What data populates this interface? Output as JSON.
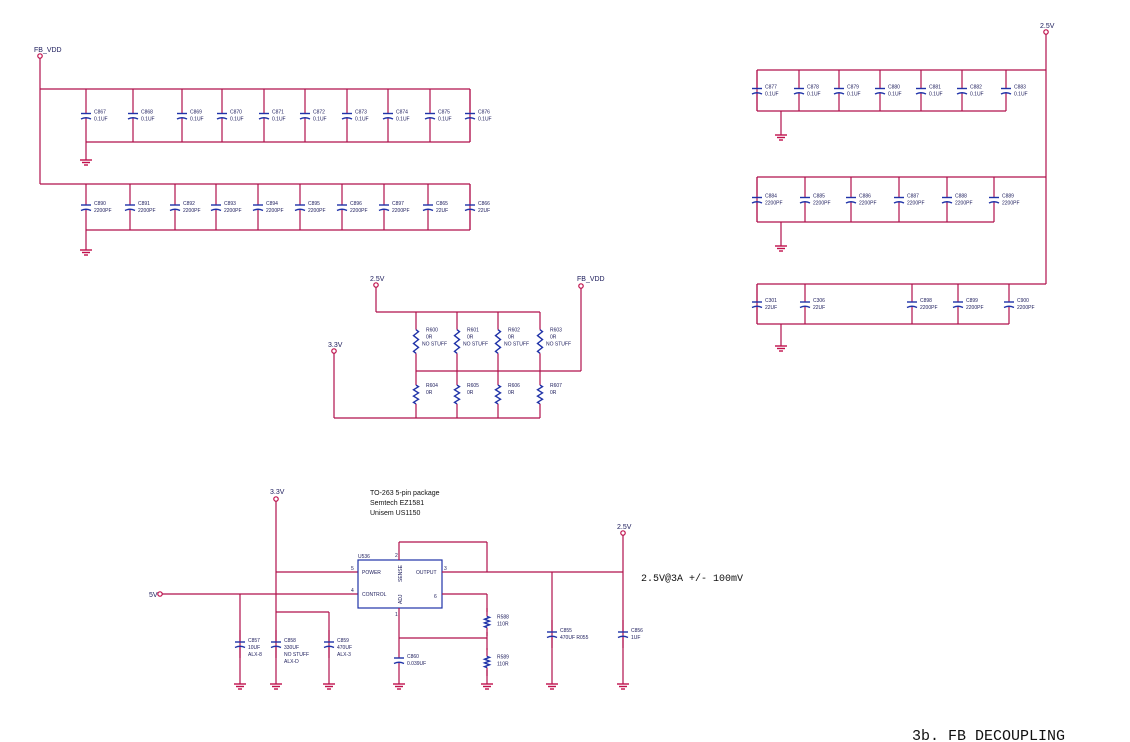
{
  "title": "3b. FB DECOUPLING",
  "nets": {
    "fb_vdd": "FB_VDD",
    "v25": "2.5V",
    "v33": "3.3V",
    "v5": "5V"
  },
  "cap_row1": [
    {
      "ref": "C867",
      "val": "0.1UF"
    },
    {
      "ref": "C868",
      "val": "0.1UF"
    },
    {
      "ref": "C869",
      "val": "0.1UF"
    },
    {
      "ref": "C870",
      "val": "0.1UF"
    },
    {
      "ref": "C871",
      "val": "0.1UF"
    },
    {
      "ref": "C872",
      "val": "0.1UF"
    },
    {
      "ref": "C873",
      "val": "0.1UF"
    },
    {
      "ref": "C874",
      "val": "0.1UF"
    },
    {
      "ref": "C875",
      "val": "0.1UF"
    },
    {
      "ref": "C876",
      "val": "0.1UF"
    }
  ],
  "cap_row2": [
    {
      "ref": "C890",
      "val": "2200PF"
    },
    {
      "ref": "C891",
      "val": "2200PF"
    },
    {
      "ref": "C892",
      "val": "2200PF"
    },
    {
      "ref": "C893",
      "val": "2200PF"
    },
    {
      "ref": "C894",
      "val": "2200PF"
    },
    {
      "ref": "C895",
      "val": "2200PF"
    },
    {
      "ref": "C896",
      "val": "2200PF"
    },
    {
      "ref": "C897",
      "val": "2200PF"
    },
    {
      "ref": "C865",
      "val": "22UF"
    },
    {
      "ref": "C866",
      "val": "22UF"
    }
  ],
  "cap_rowR1": [
    {
      "ref": "C877",
      "val": "0.1UF"
    },
    {
      "ref": "C878",
      "val": "0.1UF"
    },
    {
      "ref": "C879",
      "val": "0.1UF"
    },
    {
      "ref": "C880",
      "val": "0.1UF"
    },
    {
      "ref": "C881",
      "val": "0.1UF"
    },
    {
      "ref": "C882",
      "val": "0.1UF"
    },
    {
      "ref": "C883",
      "val": "0.1UF"
    }
  ],
  "cap_rowR2": [
    {
      "ref": "C884",
      "val": "2200PF"
    },
    {
      "ref": "C885",
      "val": "2200PF"
    },
    {
      "ref": "C886",
      "val": "2200PF"
    },
    {
      "ref": "C887",
      "val": "2200PF"
    },
    {
      "ref": "C888",
      "val": "2200PF"
    },
    {
      "ref": "C889",
      "val": "2200PF"
    }
  ],
  "cap_rowR3": [
    {
      "ref": "C301",
      "val": "22UF"
    },
    {
      "ref": "C306",
      "val": "22UF"
    },
    {
      "ref": "C898",
      "val": "2200PF"
    },
    {
      "ref": "C899",
      "val": "2200PF"
    },
    {
      "ref": "C900",
      "val": "2200PF"
    }
  ],
  "res_top": [
    {
      "ref": "R600",
      "val": "0R",
      "note": "NO STUFF"
    },
    {
      "ref": "R601",
      "val": "0R",
      "note": "NO STUFF"
    },
    {
      "ref": "R602",
      "val": "0R",
      "note": "NO STUFF"
    },
    {
      "ref": "R603",
      "val": "0R",
      "note": "NO STUFF"
    }
  ],
  "res_bot": [
    {
      "ref": "R604",
      "val": "0R"
    },
    {
      "ref": "R605",
      "val": "0R"
    },
    {
      "ref": "R606",
      "val": "0R"
    },
    {
      "ref": "R607",
      "val": "0R"
    }
  ],
  "regulator": {
    "note1": "TO-263 5-pin package",
    "note2": "Semtech EZ1581",
    "note3": "Unisem US1150",
    "ref": "U536",
    "pin_power": "POWER",
    "pin_control": "CONTROL",
    "pin_output": "OUTPUT",
    "pin_sense": "SENSE",
    "pin_adj": "ADJ",
    "pin5": "5",
    "pin4": "4",
    "pin3": "3",
    "pin6": "6",
    "pin2": "2",
    "pin1": "1",
    "spec": "2.5V@3A +/- 100mV"
  },
  "reg_parts": {
    "c857": {
      "ref": "C857",
      "val": "10UF",
      "note": "ALX-8"
    },
    "c858": {
      "ref": "C858",
      "val": "330UF",
      "note": "NO STUFF",
      "note2": "ALX-D"
    },
    "c859": {
      "ref": "C859",
      "val": "470UF",
      "note": "ALX-3"
    },
    "c860": {
      "ref": "C860",
      "val": "0.039UF"
    },
    "r588": {
      "ref": "R588",
      "val": "110R"
    },
    "r589": {
      "ref": "R589",
      "val": "110R"
    },
    "c855": {
      "ref": "C855",
      "val": "470UF R055"
    },
    "c856": {
      "ref": "C856",
      "val": "1UF"
    }
  }
}
